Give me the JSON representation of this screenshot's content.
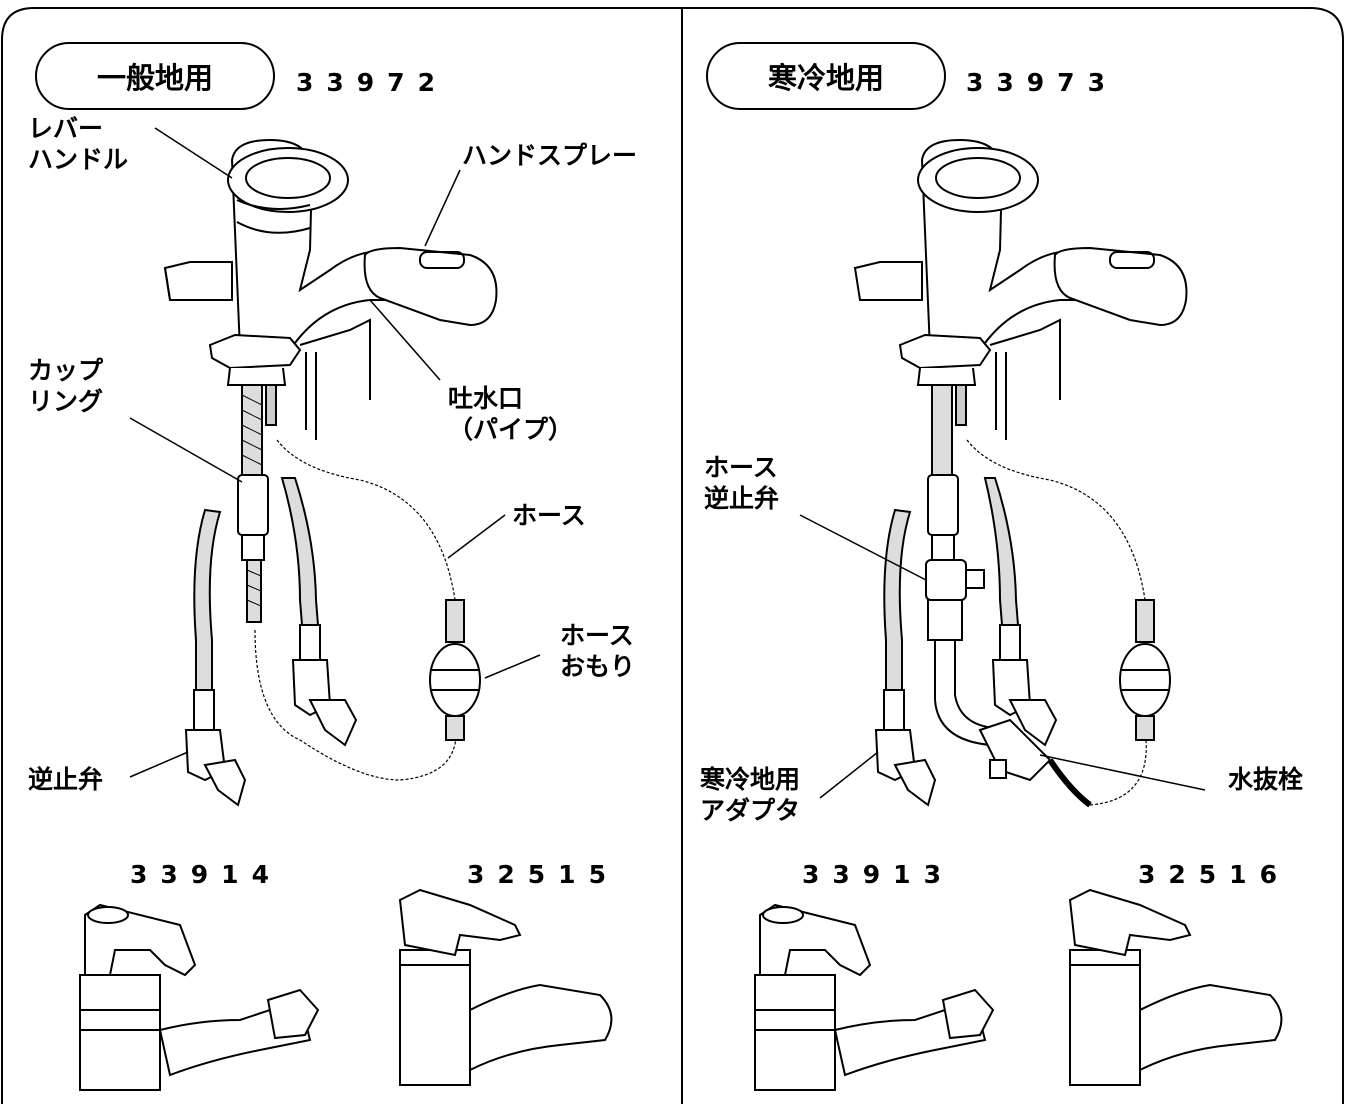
{
  "left": {
    "region_label": "一般地用",
    "model_number": "33972",
    "labels": {
      "lever_handle": "レバー\nハンドル",
      "hand_spray": "ハンドスプレー",
      "coupling": "カップ\nリング",
      "spout": "吐水口\n（パイプ）",
      "hose": "ホース",
      "hose_weight": "ホース\nおもり",
      "check_valve": "逆止弁"
    },
    "variants": [
      "33914",
      "32515"
    ]
  },
  "right": {
    "region_label": "寒冷地用",
    "model_number": "33973",
    "labels": {
      "hose_check_valve": "ホース\n逆止弁",
      "cold_adapter": "寒冷地用\nアダプタ",
      "drain_plug": "水抜栓"
    },
    "variants": [
      "33913",
      "32516"
    ]
  }
}
